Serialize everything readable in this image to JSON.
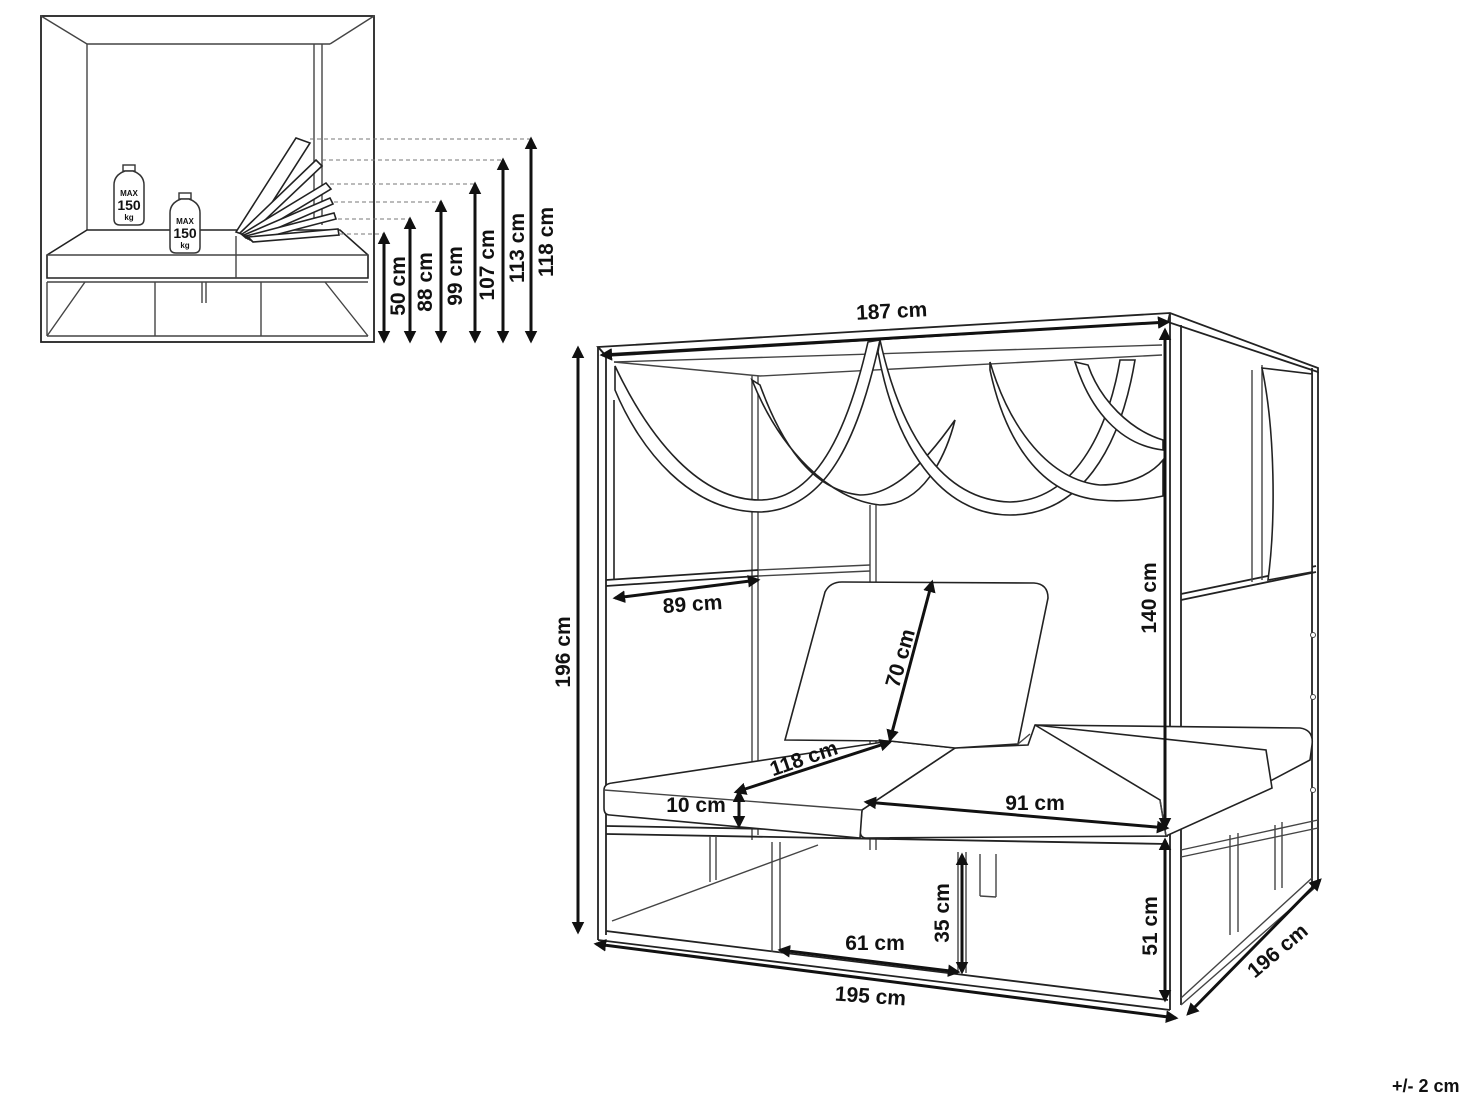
{
  "side_view": {
    "heights": [
      {
        "label": "50 cm"
      },
      {
        "label": "88 cm"
      },
      {
        "label": "99 cm"
      },
      {
        "label": "107 cm"
      },
      {
        "label": "113 cm"
      },
      {
        "label": "118 cm"
      }
    ],
    "weight_tags": [
      {
        "max": "MAX",
        "value": "150",
        "unit": "kg"
      },
      {
        "max": "MAX",
        "value": "150",
        "unit": "kg"
      }
    ]
  },
  "main_view": {
    "dimensions": {
      "top_width": "187 cm",
      "total_height": "196 cm",
      "pole_height": "140 cm",
      "side_depth": "89 cm",
      "backrest": "70 cm",
      "mattress_length": "118 cm",
      "mattress_thickness": "10 cm",
      "mattress_width": "91 cm",
      "leg_height": "35 cm",
      "leg_spacing": "61 cm",
      "base_height": "51 cm",
      "bottom_width": "195 cm",
      "depth": "196 cm"
    }
  },
  "tolerance": "+/- 2 cm"
}
